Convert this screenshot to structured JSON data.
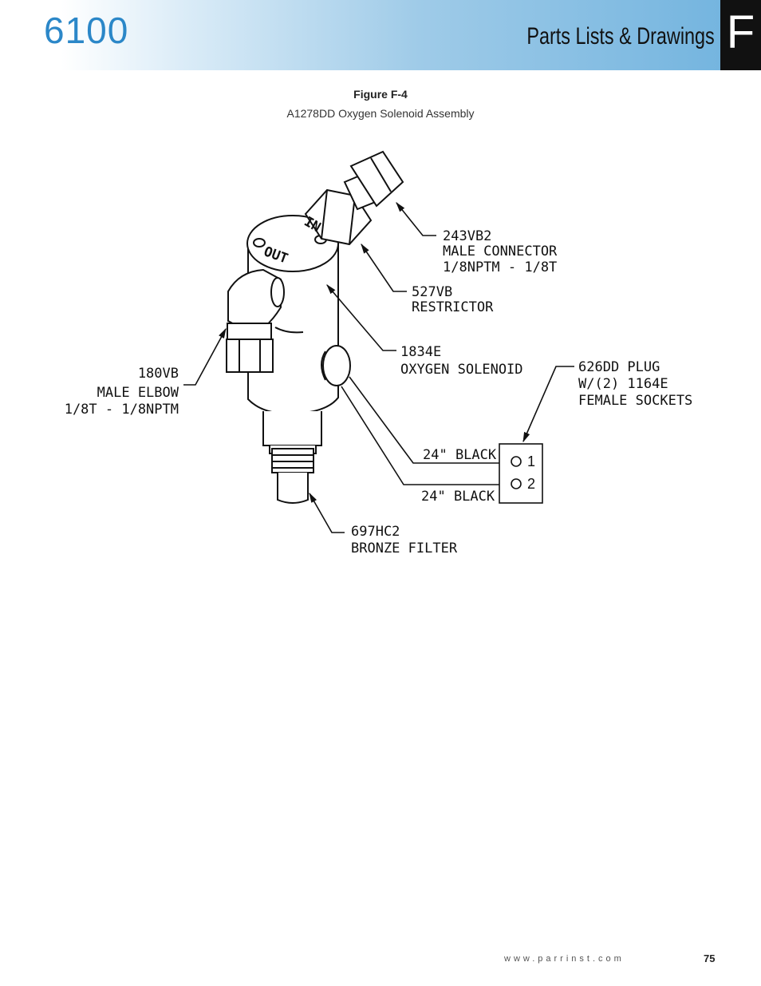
{
  "header": {
    "model": "6100",
    "section_title": "Parts Lists & Drawings",
    "tab_letter": "F"
  },
  "figure": {
    "number": "Figure F-4",
    "caption": "A1278DD Oxygen Solenoid Assembly"
  },
  "diagram": {
    "body_marks": {
      "inlet": "IN",
      "outlet": "OUT"
    },
    "callouts": [
      {
        "part": "243VB2",
        "lines": [
          "243VB2",
          "MALE CONNECTOR",
          "1/8NPTM - 1/8T"
        ]
      },
      {
        "part": "527VB",
        "lines": [
          "527VB",
          "RESTRICTOR"
        ]
      },
      {
        "part": "1834E",
        "lines": [
          "1834E",
          "OXYGEN SOLENOID"
        ]
      },
      {
        "part": "180VB",
        "lines": [
          "180VB",
          "MALE ELBOW",
          "1/8T - 1/8NPTM"
        ]
      },
      {
        "part": "626DD",
        "lines": [
          "626DD PLUG",
          "W/(2) 1164E",
          "FEMALE SOCKETS"
        ]
      },
      {
        "part": "697HC2",
        "lines": [
          "697HC2",
          "BRONZE FILTER"
        ]
      }
    ],
    "wires": [
      {
        "label": "24\" BLACK",
        "pin": "1"
      },
      {
        "label": "24\" BLACK",
        "pin": "2"
      }
    ]
  },
  "footer": {
    "url": "www.parrinst.com",
    "page_number": "75"
  }
}
